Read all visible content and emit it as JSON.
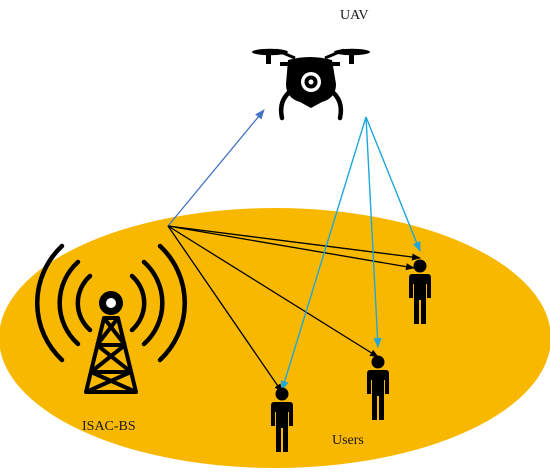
{
  "labels": {
    "uav": "UAV",
    "base_station": "ISAC-BS",
    "users": "Users"
  },
  "colors": {
    "coverage_area": "#F8B800",
    "uav_link": "#4472C4",
    "user_link": "#000000",
    "uav_to_user_link": "#1EA7DC",
    "icon": "#000000"
  },
  "icons": [
    "drone-icon",
    "base-station-tower-icon",
    "person-icon"
  ]
}
